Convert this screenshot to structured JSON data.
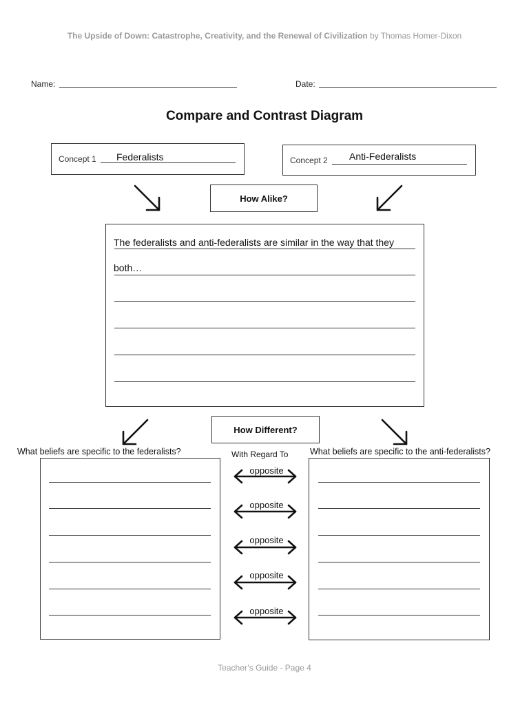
{
  "header": {
    "book_title": "The Upside of Down: Catastrophe, Creativity, and the Renewal of Civilization",
    "author_part": " by Thomas Homer-Dixon"
  },
  "name_field": {
    "label": "Name:",
    "value": ""
  },
  "date_field": {
    "label": "Date:",
    "value": ""
  },
  "title": "Compare and Contrast Diagram",
  "concept1": {
    "label": "Concept 1",
    "value": "Federalists"
  },
  "concept2": {
    "label": "Concept 2",
    "value": "Anti-Federalists"
  },
  "alike": {
    "heading": "How Alike?",
    "line1": "The federalists and anti-federalists are similar in the way that they",
    "line2": "both…"
  },
  "different": {
    "heading": "How Different?",
    "left_question": "What beliefs are specific to the federalists?",
    "center_label": "With Regard To",
    "right_question": "What beliefs are specific to the anti-federalists?",
    "opposite_labels": [
      "opposite",
      "opposite",
      "opposite",
      "opposite",
      "opposite"
    ]
  },
  "footer": "Teacher’s Guide - Page 4"
}
